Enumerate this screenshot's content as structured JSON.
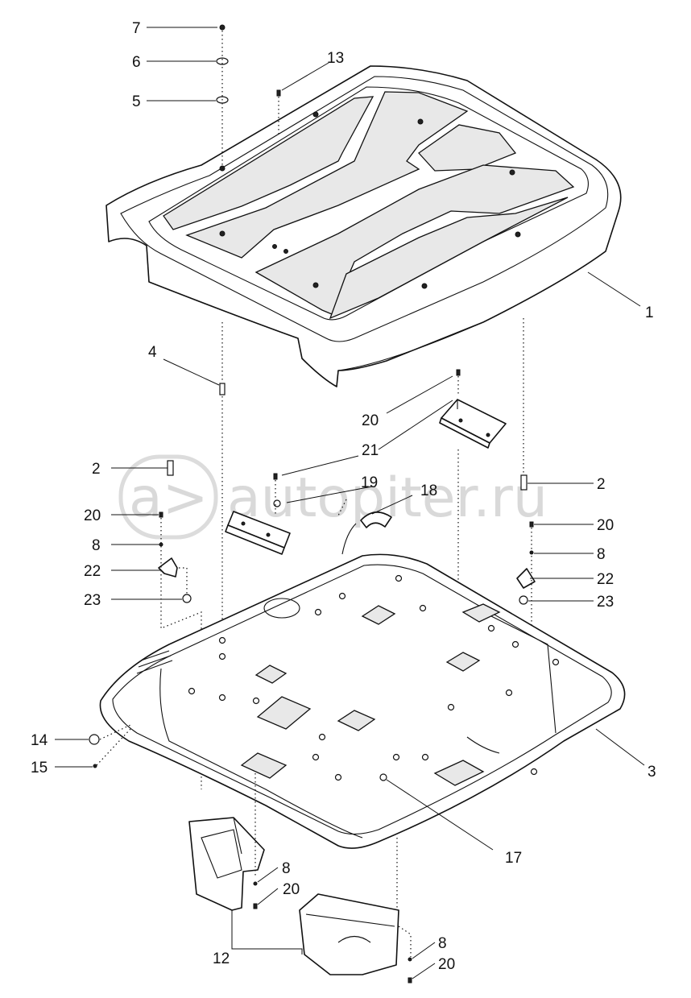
{
  "watermark": {
    "text": "autopiter.ru",
    "logo_glyph": "a>"
  },
  "callouts": [
    {
      "id": "c-7",
      "label": "7"
    },
    {
      "id": "c-6",
      "label": "6"
    },
    {
      "id": "c-5",
      "label": "5"
    },
    {
      "id": "c-13",
      "label": "13"
    },
    {
      "id": "c-1",
      "label": "1"
    },
    {
      "id": "c-4",
      "label": "4"
    },
    {
      "id": "c-20a",
      "label": "20"
    },
    {
      "id": "c-21",
      "label": "21"
    },
    {
      "id": "c-19",
      "label": "19"
    },
    {
      "id": "c-18",
      "label": "18"
    },
    {
      "id": "c-2a",
      "label": "2"
    },
    {
      "id": "c-20b",
      "label": "20"
    },
    {
      "id": "c-8a",
      "label": "8"
    },
    {
      "id": "c-22a",
      "label": "22"
    },
    {
      "id": "c-23a",
      "label": "23"
    },
    {
      "id": "c-2b",
      "label": "2"
    },
    {
      "id": "c-20c",
      "label": "20"
    },
    {
      "id": "c-8b",
      "label": "8"
    },
    {
      "id": "c-22b",
      "label": "22"
    },
    {
      "id": "c-23b",
      "label": "23"
    },
    {
      "id": "c-14",
      "label": "14"
    },
    {
      "id": "c-15",
      "label": "15"
    },
    {
      "id": "c-3",
      "label": "3"
    },
    {
      "id": "c-17",
      "label": "17"
    },
    {
      "id": "c-8c",
      "label": "8"
    },
    {
      "id": "c-20d",
      "label": "20"
    },
    {
      "id": "c-12",
      "label": "12"
    },
    {
      "id": "c-8d",
      "label": "8"
    },
    {
      "id": "c-20e",
      "label": "20"
    }
  ]
}
